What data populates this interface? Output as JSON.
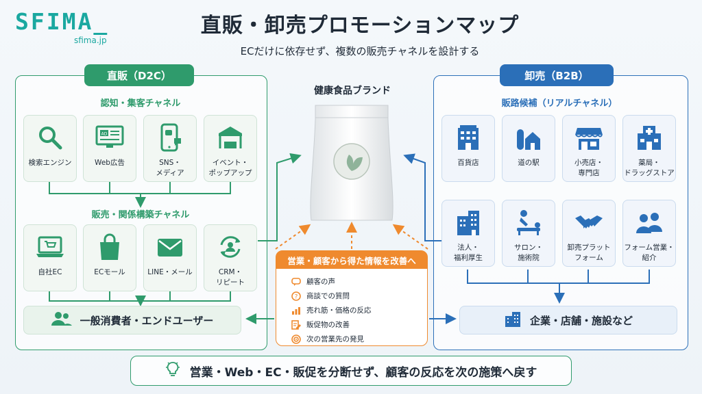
{
  "header": {
    "logo_text": "SFIMA_",
    "logo_url": "sfima.jp",
    "title": "直販・卸売プロモーションマップ",
    "subtitle": "ECだけに依存せず、複数の販売チャネルを設計する"
  },
  "direct": {
    "tab": "直販（D2C）",
    "awareness_label": "認知・集客チャネル",
    "awareness_cards": [
      {
        "label": "検索エンジン",
        "icon": "search-icon"
      },
      {
        "label": "Web広告",
        "icon": "ad-monitor-icon"
      },
      {
        "label": "SNS・\nメディア",
        "icon": "smartphone-social-icon"
      },
      {
        "label": "イベント・\nポップアップ",
        "icon": "event-tent-icon"
      }
    ],
    "sales_label": "販売・関係構築チャネル",
    "sales_cards": [
      {
        "label": "自社EC",
        "icon": "laptop-cart-icon"
      },
      {
        "label": "ECモール",
        "icon": "shopping-bag-icon"
      },
      {
        "label": "LINE・メール",
        "icon": "mail-icon"
      },
      {
        "label": "CRM・\nリピート",
        "icon": "repeat-user-icon"
      }
    ],
    "target": "一般消費者・エンドユーザー"
  },
  "wholesale": {
    "tab": "卸売（B2B）",
    "channel_label": "販路候補（リアルチャネル）",
    "cards_row1": [
      {
        "label": "百貨店",
        "icon": "department-store-icon"
      },
      {
        "label": "道の駅",
        "icon": "roadside-station-icon"
      },
      {
        "label": "小売店・\n専門店",
        "icon": "storefront-icon"
      },
      {
        "label": "薬局・\nドラッグストア",
        "icon": "pharmacy-icon"
      }
    ],
    "cards_row2": [
      {
        "label": "法人・\n福利厚生",
        "icon": "office-building-icon"
      },
      {
        "label": "サロン・\n施術院",
        "icon": "massage-icon"
      },
      {
        "label": "卸売プラット\nフォーム",
        "icon": "handshake-icon"
      },
      {
        "label": "フォーム営業・\n紹介",
        "icon": "people-icon"
      }
    ],
    "target": "企業・店舗・施設など"
  },
  "brand": {
    "label": "健康食品ブランド"
  },
  "improvement": {
    "title": "営業・顧客から得た情報を改善へ",
    "items": [
      {
        "text": "顧客の声",
        "icon": "speech-bubble-icon"
      },
      {
        "text": "商談での質問",
        "icon": "question-icon"
      },
      {
        "text": "売れ筋・価格の反応",
        "icon": "bar-chart-icon"
      },
      {
        "text": "販促物の改善",
        "icon": "edit-document-icon"
      },
      {
        "text": "次の営業先の発見",
        "icon": "target-icon"
      }
    ]
  },
  "footer": {
    "text": "営業・Web・EC・販促を分断せず、顧客の反応を次の施策へ戻す",
    "icon": "lightbulb-icon"
  },
  "colors": {
    "green": "#2f9b6c",
    "blue": "#2b6fb8",
    "orange": "#ef8a2e",
    "logo": "#1aa8a0"
  }
}
